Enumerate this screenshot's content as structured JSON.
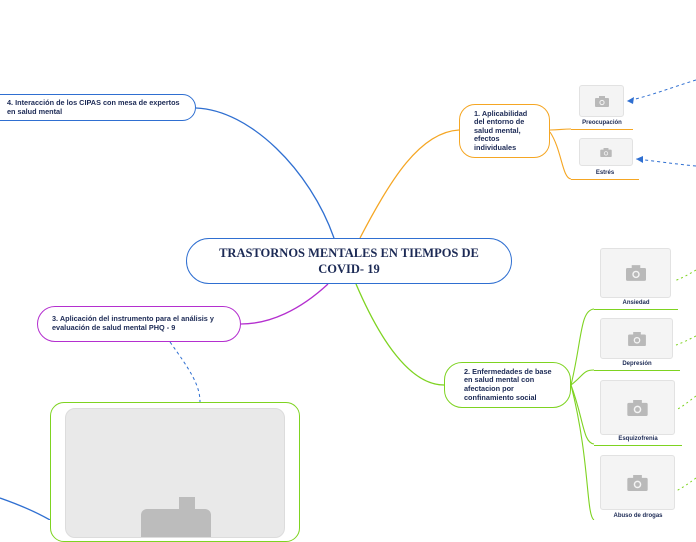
{
  "central": {
    "title": "TRASTORNOS MENTALES EN   TIEMPOS DE COVID- 19"
  },
  "topics": [
    {
      "id": "n4",
      "label": "4. Interacción de los CIPAS con mesa de expertos en salud mental",
      "color": "#2f6fd1"
    },
    {
      "id": "n1",
      "label": "1. Aplicabilidad del entorno de salud mental, efectos individuales",
      "color": "#f5a623"
    },
    {
      "id": "n3",
      "label": "3. Aplicación del instrumento para el análisis y evaluación de salud mental PHQ - 9",
      "color": "#b42fcf"
    },
    {
      "id": "n2",
      "label": "2. Enfermedades de base en salud mental con afectacion por confinamiento social",
      "color": "#7ed321"
    }
  ],
  "subtopics_1": [
    "Preocupación",
    "Estrés"
  ],
  "subtopics_2": [
    "Ansiedad",
    "Depresión",
    "Esquizofrenia",
    "Abuso de drogas"
  ],
  "icons": {
    "image_placeholder": "camera-icon"
  },
  "colors": {
    "blue": "#2f6fd1",
    "orange": "#f5a623",
    "purple": "#b42fcf",
    "green": "#7ed321",
    "text": "#1c2a55"
  }
}
